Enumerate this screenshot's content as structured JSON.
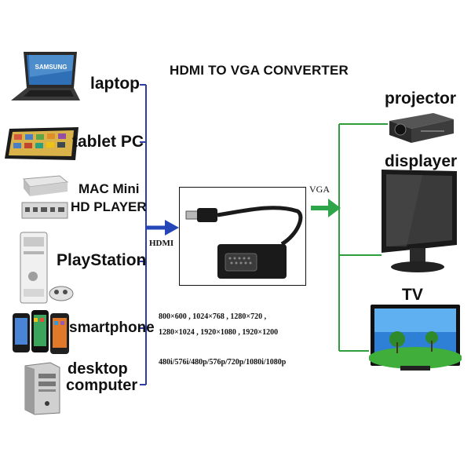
{
  "title": "HDMI TO VGA CONVERTER",
  "sources": [
    {
      "id": "laptop",
      "label": "laptop",
      "brand": "SAMSUNG"
    },
    {
      "id": "tablet",
      "label": "tablet PC"
    },
    {
      "id": "mac-mini",
      "label_line1": "MAC Mini",
      "label_line2": "HD PLAYER"
    },
    {
      "id": "playstation",
      "label": "PlayStation"
    },
    {
      "id": "smartphone",
      "label": "smartphone"
    },
    {
      "id": "desktop",
      "label_line1": "desktop",
      "label_line2": "computer"
    }
  ],
  "destinations": [
    {
      "id": "projector",
      "label": "projector"
    },
    {
      "id": "displayer",
      "label": "displayer"
    },
    {
      "id": "tv",
      "label": "TV"
    }
  ],
  "ports": {
    "input": "HDMI",
    "output": "VGA"
  },
  "specs": {
    "line1": "800×600 , 1024×768 , 1280×720 ,",
    "line2": "1280×1024 , 1920×1080 , 1920×1200",
    "line3": "480i/576i/480p/576p/720p/1080i/1080p"
  },
  "colors": {
    "source_bus": "#2c3e9f",
    "dest_bus": "#2e9e3c",
    "hdmi_arrow": "#2446b8",
    "vga_arrow": "#2fa54a"
  }
}
